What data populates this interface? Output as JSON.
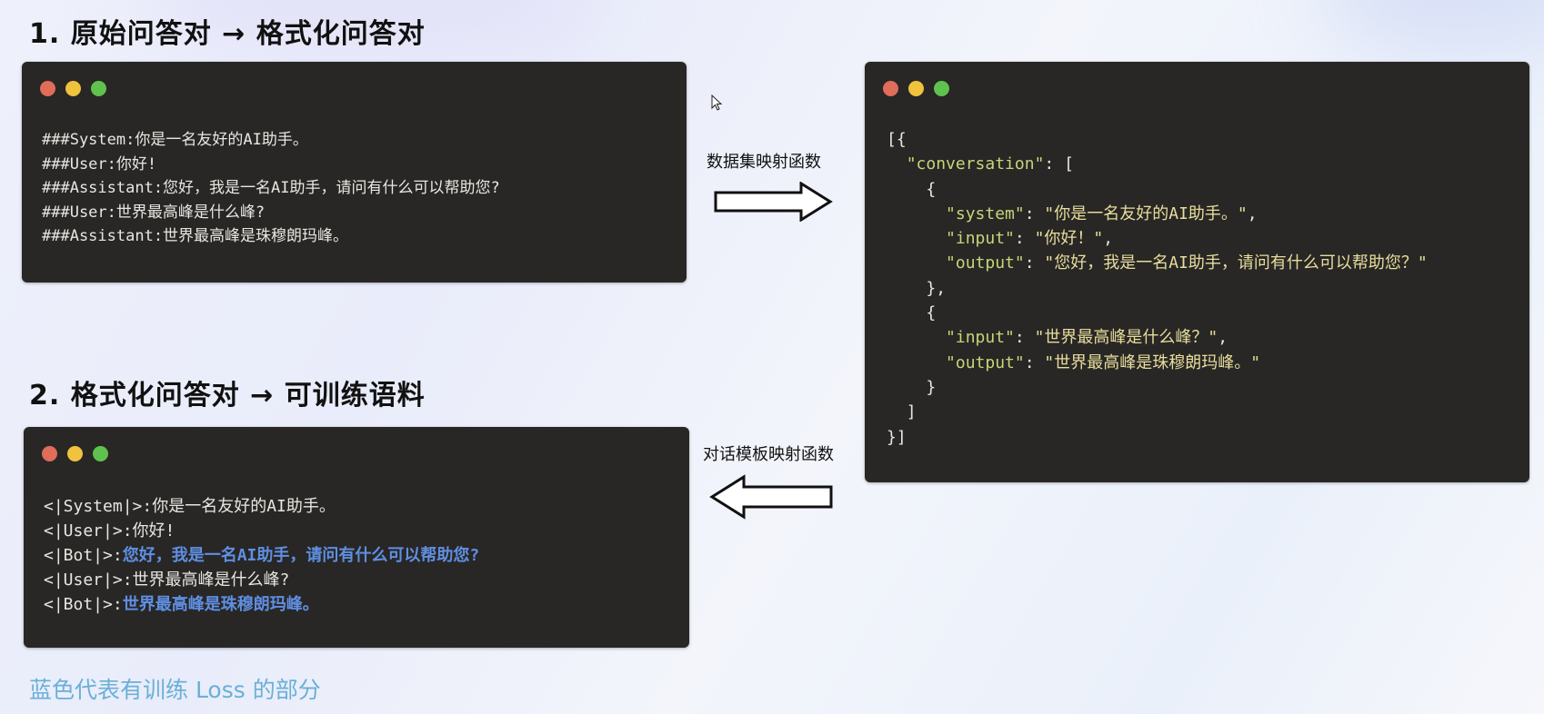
{
  "section1_title": "1. 原始问答对 → 格式化问答对",
  "section2_title": "2. 格式化问答对 → 可训练语料",
  "raw_pairs": [
    "###System:你是一名友好的AI助手。",
    "###User:你好!",
    "###Assistant:您好，我是一名AI助手，请问有什么可以帮助您?",
    "###User:世界最高峰是什么峰?",
    "###Assistant:世界最高峰是珠穆朗玛峰。"
  ],
  "dataset_map_label": "数据集映射函数",
  "template_map_label": "对话模板映射函数",
  "json": {
    "open": "[{",
    "conv_key": "\"conversation\"",
    "conv_open": ": [",
    "obj_open": "{",
    "obj_close_comma": "},",
    "obj_close": "}",
    "arr_close": "]",
    "close": "}]",
    "turn1": {
      "system_key": "\"system\"",
      "system_val": "\"你是一名友好的AI助手。\"",
      "input_key": "\"input\"",
      "input_val": "\"你好！\"",
      "output_key": "\"output\"",
      "output_val": "\"您好，我是一名AI助手，请问有什么可以帮助您？\""
    },
    "turn2": {
      "input_key": "\"input\"",
      "input_val": "\"世界最高峰是什么峰？\"",
      "output_key": "\"output\"",
      "output_val": "\"世界最高峰是珠穆朗玛峰。\""
    }
  },
  "corpus": [
    {
      "prefix": "<|System|>:",
      "text": "你是一名友好的AI助手。",
      "loss": false
    },
    {
      "prefix": "<|User|>:",
      "text": "你好!",
      "loss": false
    },
    {
      "prefix": "<|Bot|>:",
      "text": "您好，我是一名AI助手，请问有什么可以帮助您?",
      "loss": true
    },
    {
      "prefix": "<|User|>:",
      "text": "世界最高峰是什么峰?",
      "loss": false
    },
    {
      "prefix": "<|Bot|>:",
      "text": "世界最高峰是珠穆朗玛峰。",
      "loss": true
    }
  ],
  "caption": "蓝色代表有训练 Loss 的部分",
  "colors": {
    "red": "#e06c5a",
    "yellow": "#f0c23e",
    "green": "#5fc24f",
    "loss_blue": "#5f8fe3"
  }
}
